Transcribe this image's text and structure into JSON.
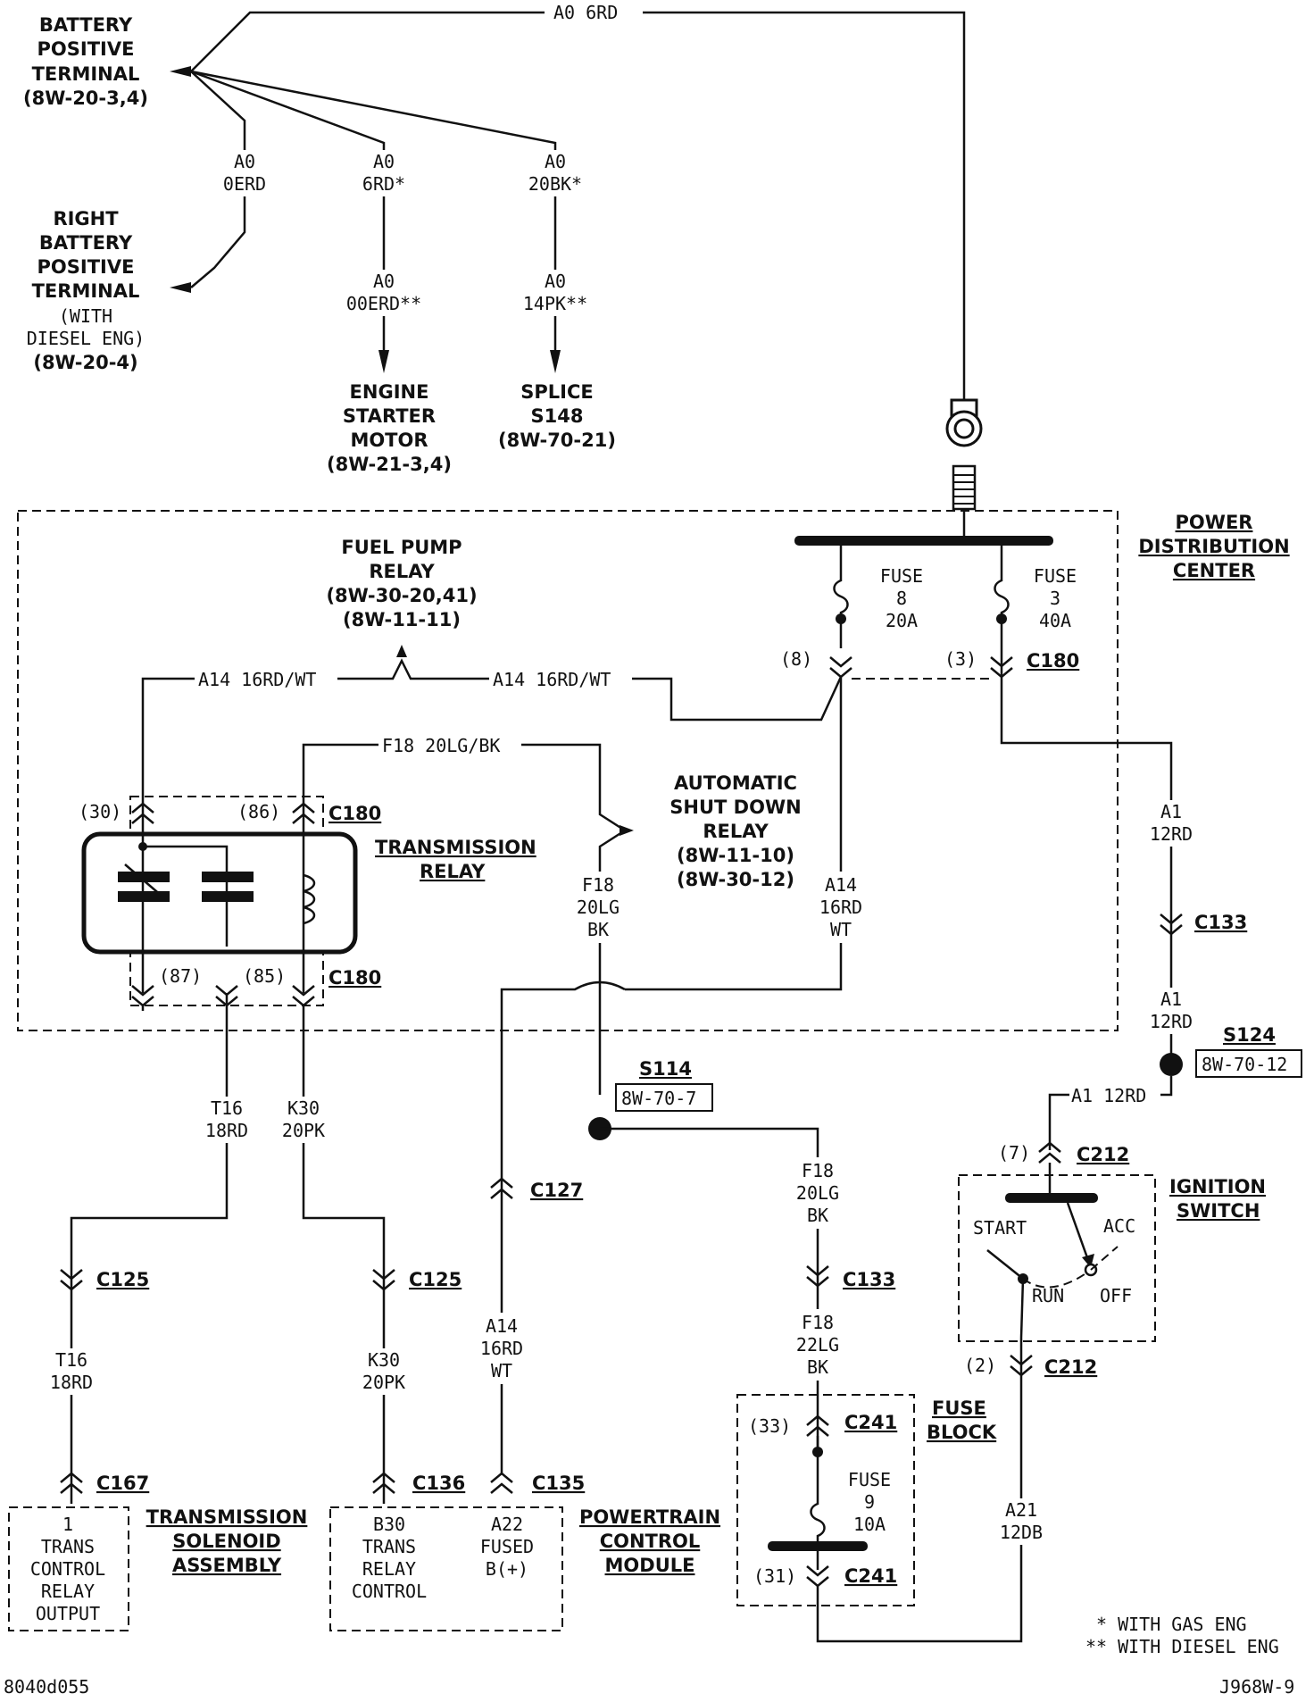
{
  "battery_positive": [
    "BATTERY",
    "POSITIVE",
    "TERMINAL",
    "(8W-20-3,4)"
  ],
  "right_battery": [
    "RIGHT",
    "BATTERY",
    "POSITIVE",
    "TERMINAL"
  ],
  "right_battery_note": [
    "(WITH",
    "DIESEL ENG)"
  ],
  "right_battery_ref": "(8W-20-4)",
  "wire_a0_6rd": "A0 6RD",
  "wire_a0_0erd": [
    "A0",
    "0ERD"
  ],
  "wire_a0_6rd_star": [
    "A0",
    "6RD*"
  ],
  "wire_a0_20bk": [
    "A0",
    "20BK*"
  ],
  "wire_a0_00erd": [
    "A0",
    "00ERD**"
  ],
  "wire_a0_14pk": [
    "A0",
    "14PK**"
  ],
  "engine_starter": [
    "ENGINE",
    "STARTER",
    "MOTOR",
    "(8W-21-3,4)"
  ],
  "splice_s148": [
    "SPLICE",
    "S148",
    "(8W-70-21)"
  ],
  "pdc_title": [
    "POWER",
    "DISTRIBUTION",
    "CENTER"
  ],
  "fuse8": [
    "FUSE",
    "8",
    "20A"
  ],
  "fuse3": [
    "FUSE",
    "3",
    "40A"
  ],
  "pin8": "(8)",
  "pin3": "(3)",
  "c180": "C180",
  "fuel_pump_relay": [
    "FUEL PUMP",
    "RELAY",
    "(8W-30-20,41)",
    "(8W-11-11)"
  ],
  "wire_a14_16rdwt": "A14 16RD/WT",
  "wire_f18_20lgbk": "F18 20LG/BK",
  "asd_relay": [
    "AUTOMATIC",
    "SHUT DOWN",
    "RELAY",
    "(8W-11-10)",
    "(8W-30-12)"
  ],
  "wire_f18_stack": [
    "F18",
    "20LG",
    "BK"
  ],
  "wire_a14_stack": [
    "A14",
    "16RD",
    "WT"
  ],
  "wire_a1_12rd": [
    "A1",
    "12RD"
  ],
  "wire_a1_12rd_inline": "A1 12RD",
  "c133": "C133",
  "transmission_relay": [
    "TRANSMISSION",
    "RELAY"
  ],
  "pin30": "(30)",
  "pin86": "(86)",
  "pin87": "(87)",
  "pin85": "(85)",
  "s124": "S124",
  "s124_ref": "8W-70-12",
  "s114": "S114",
  "s114_ref": "8W-70-7",
  "wire_t16": [
    "T16",
    "18RD"
  ],
  "wire_k30": [
    "K30",
    "20PK"
  ],
  "c127": "C127",
  "c125": "C125",
  "wire_f18_22lg": [
    "F18",
    "22LG",
    "BK"
  ],
  "pin7": "(7)",
  "c212": "C212",
  "ignition_switch": [
    "IGNITION",
    "SWITCH"
  ],
  "ign_positions": {
    "start": "START",
    "acc": "ACC",
    "run": "RUN",
    "off": "OFF"
  },
  "pin2": "(2)",
  "fuse_block": [
    "FUSE",
    "BLOCK"
  ],
  "pin33": "(33)",
  "pin31": "(31)",
  "c241": "C241",
  "fuse9": [
    "FUSE",
    "9",
    "10A"
  ],
  "wire_a21": [
    "A21",
    "12DB"
  ],
  "c167": "C167",
  "c136": "C136",
  "c135": "C135",
  "trans_solenoid": [
    "TRANSMISSION",
    "SOLENOID",
    "ASSEMBLY"
  ],
  "pcm": [
    "POWERTRAIN",
    "CONTROL",
    "MODULE"
  ],
  "pin_tcro": [
    "1",
    "TRANS",
    "CONTROL",
    "RELAY",
    "OUTPUT"
  ],
  "pin_b30": [
    "B30",
    "TRANS",
    "RELAY",
    "CONTROL"
  ],
  "pin_a22": [
    "A22",
    "FUSED",
    "B(+)"
  ],
  "footnotes": [
    "* WITH GAS ENG",
    "** WITH DIESEL ENG"
  ],
  "doc_id_left": "8040d055",
  "doc_id_right": "J968W-9"
}
